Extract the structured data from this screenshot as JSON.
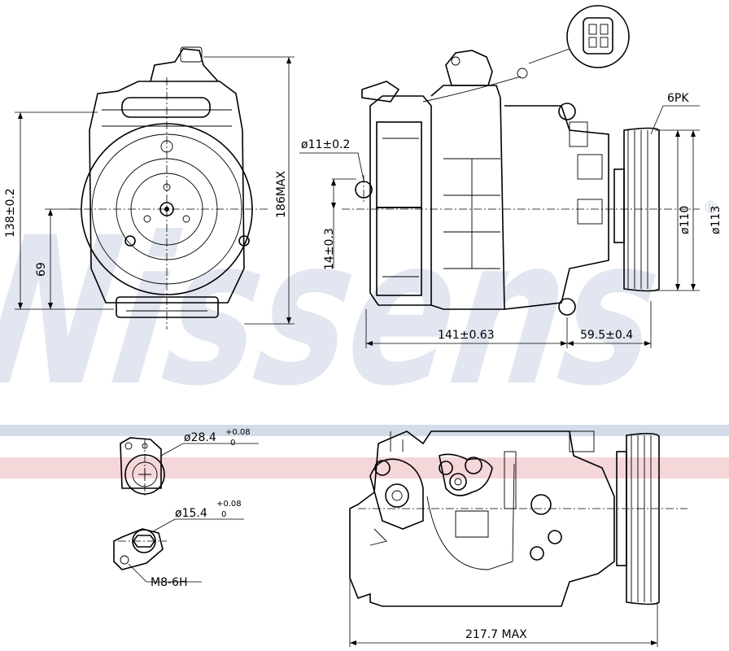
{
  "watermark": {
    "text": "Nissens",
    "mark": "®",
    "color": "#c9d3e4"
  },
  "bands": {
    "blue": "#c9d3e4",
    "pink": "#f3ccd0"
  },
  "dimensions": {
    "height_138": "138±0.2",
    "height_69": "69",
    "height_186": "186MAX",
    "bore_11": "ø11±0.2",
    "offset_14": "14±0.3",
    "length_141": "141±0.63",
    "length_59": "59.5±0.4",
    "belt": "6PK",
    "dia_110": "ø110",
    "dia_113": "ø113",
    "port_28": "ø28.4",
    "port_28_tol_upper": "+0.08",
    "port_28_tol_lower": "0",
    "port_15": "ø15.4",
    "port_15_tol_upper": "+0.08",
    "port_15_tol_lower": "0",
    "thread": "M8-6H",
    "overall_length": "217.7 MAX"
  }
}
